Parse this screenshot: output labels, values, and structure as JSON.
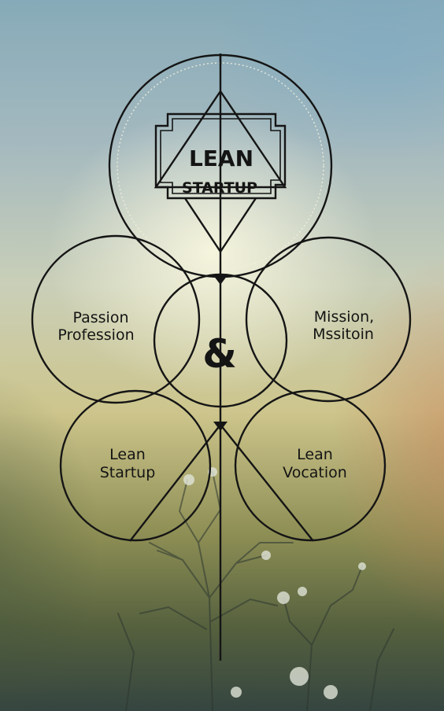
{
  "title_box": {
    "line1": "LEAN",
    "line2": "STARTUP"
  },
  "circles": {
    "left": {
      "line1": "Passion",
      "line2": "Profession"
    },
    "right": {
      "line1": "Mission,",
      "line2": "Mssitoin"
    },
    "center": {
      "symbol": "&"
    },
    "bottom_left": {
      "line1": "Lean",
      "line2": "Startup"
    },
    "bottom_right": {
      "line1": "Lean",
      "line2": "Vocation"
    }
  },
  "colors": {
    "line": "#151515",
    "sky_blue": "#8fb3c6",
    "glow_yellow": "#e6e7b0",
    "warm_orange": "#c69a74",
    "olive_green": "#7f8a55",
    "dark_teal": "#3c4b4c"
  }
}
